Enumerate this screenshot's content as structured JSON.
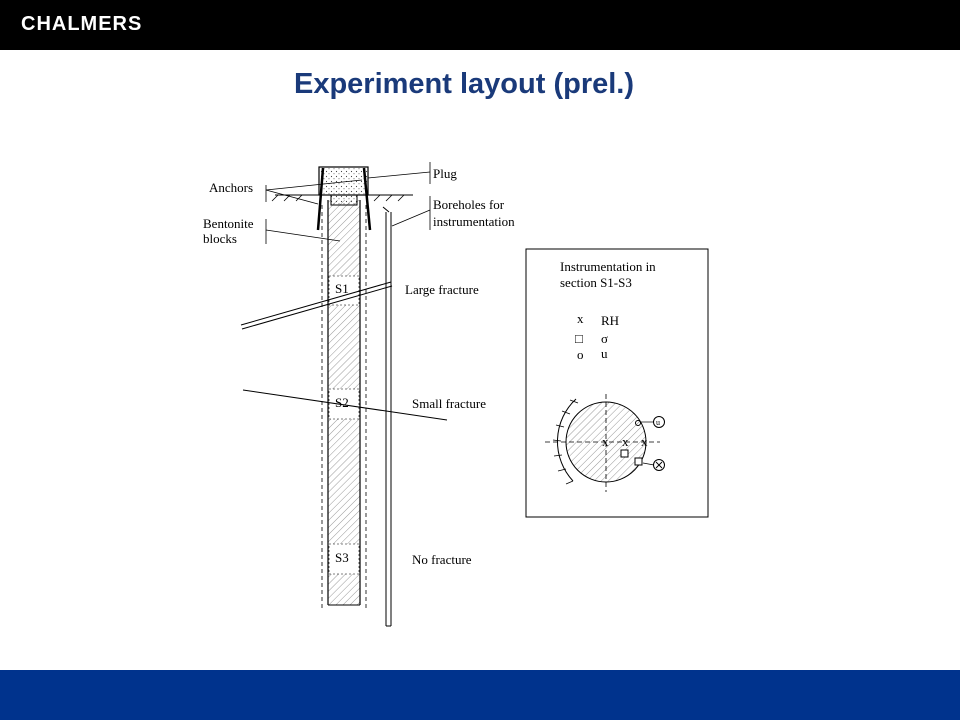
{
  "header": {
    "logo": "CHALMERS"
  },
  "slide": {
    "title": "Experiment layout (prel.)"
  },
  "diagram": {
    "labels": {
      "plug": "Plug",
      "anchors": "Anchors",
      "bentonite_line1": "Bentonite",
      "bentonite_line2": "blocks",
      "boreholes_line1": "Boreholes for",
      "boreholes_line2": "instrumentation",
      "large_fracture": "Large fracture",
      "small_fracture": "Small fracture",
      "no_fracture": "No fracture"
    },
    "sections": [
      "S1",
      "S2",
      "S3"
    ],
    "inset": {
      "title_line1": "Instrumentation in",
      "title_line2": "section S1-S3",
      "legend_symbols": [
        "x",
        "□",
        "o"
      ],
      "legend_meanings": [
        "RH",
        "σ",
        "u"
      ],
      "cross_marker": "x",
      "circle_labels": [
        "u",
        "RH"
      ]
    }
  },
  "colors": {
    "header_bg": "#000000",
    "title_color": "#1a3a7a",
    "footer_bg": "#00338d"
  }
}
